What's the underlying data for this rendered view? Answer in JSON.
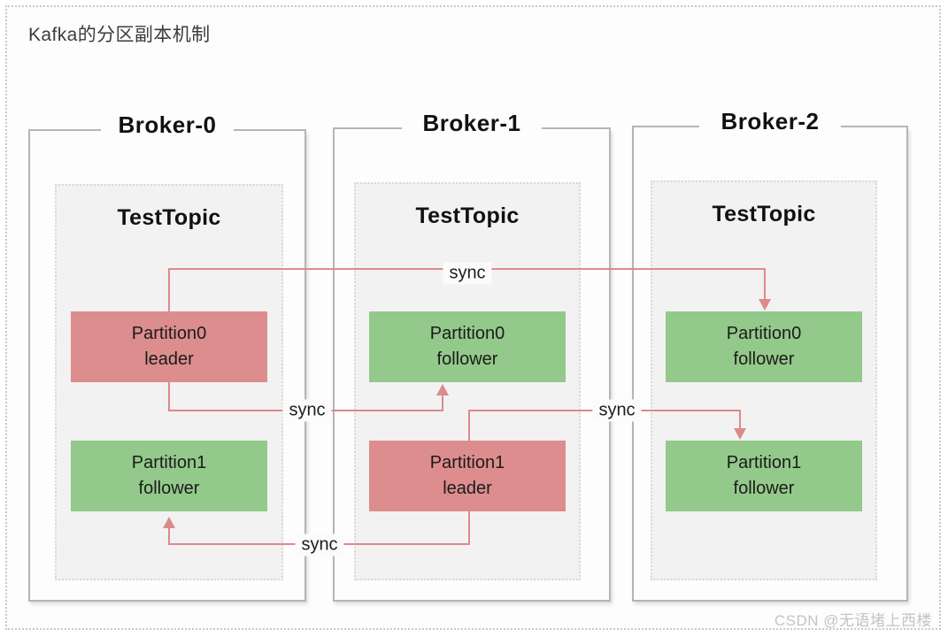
{
  "title": "Kafka的分区副本机制",
  "watermark": "CSDN @无语堵上西楼",
  "colors": {
    "leader": "#dd8d8d",
    "follower": "#93c98a",
    "connector": "#dd8a8a",
    "frame_border": "#b5b5b5",
    "panel_bg": "#f2f2f2",
    "outer_border": "#c9c9c9"
  },
  "brokers": [
    {
      "name": "Broker-0",
      "topic": "TestTopic",
      "partitions": [
        {
          "name": "Partition0",
          "role": "leader"
        },
        {
          "name": "Partition1",
          "role": "follower"
        }
      ]
    },
    {
      "name": "Broker-1",
      "topic": "TestTopic",
      "partitions": [
        {
          "name": "Partition0",
          "role": "follower"
        },
        {
          "name": "Partition1",
          "role": "leader"
        }
      ]
    },
    {
      "name": "Broker-2",
      "topic": "TestTopic",
      "partitions": [
        {
          "name": "Partition0",
          "role": "follower"
        },
        {
          "name": "Partition1",
          "role": "follower"
        }
      ]
    }
  ],
  "connections": [
    {
      "label": "sync",
      "from": "broker-0.partition0.leader",
      "to": "broker-2.partition0.follower"
    },
    {
      "label": "sync",
      "from": "broker-0.partition0.leader",
      "to": "broker-1.partition0.follower"
    },
    {
      "label": "sync",
      "from": "broker-1.partition1.leader",
      "to": "broker-2.partition1.follower"
    },
    {
      "label": "sync",
      "from": "broker-1.partition1.leader",
      "to": "broker-0.partition1.follower"
    }
  ]
}
